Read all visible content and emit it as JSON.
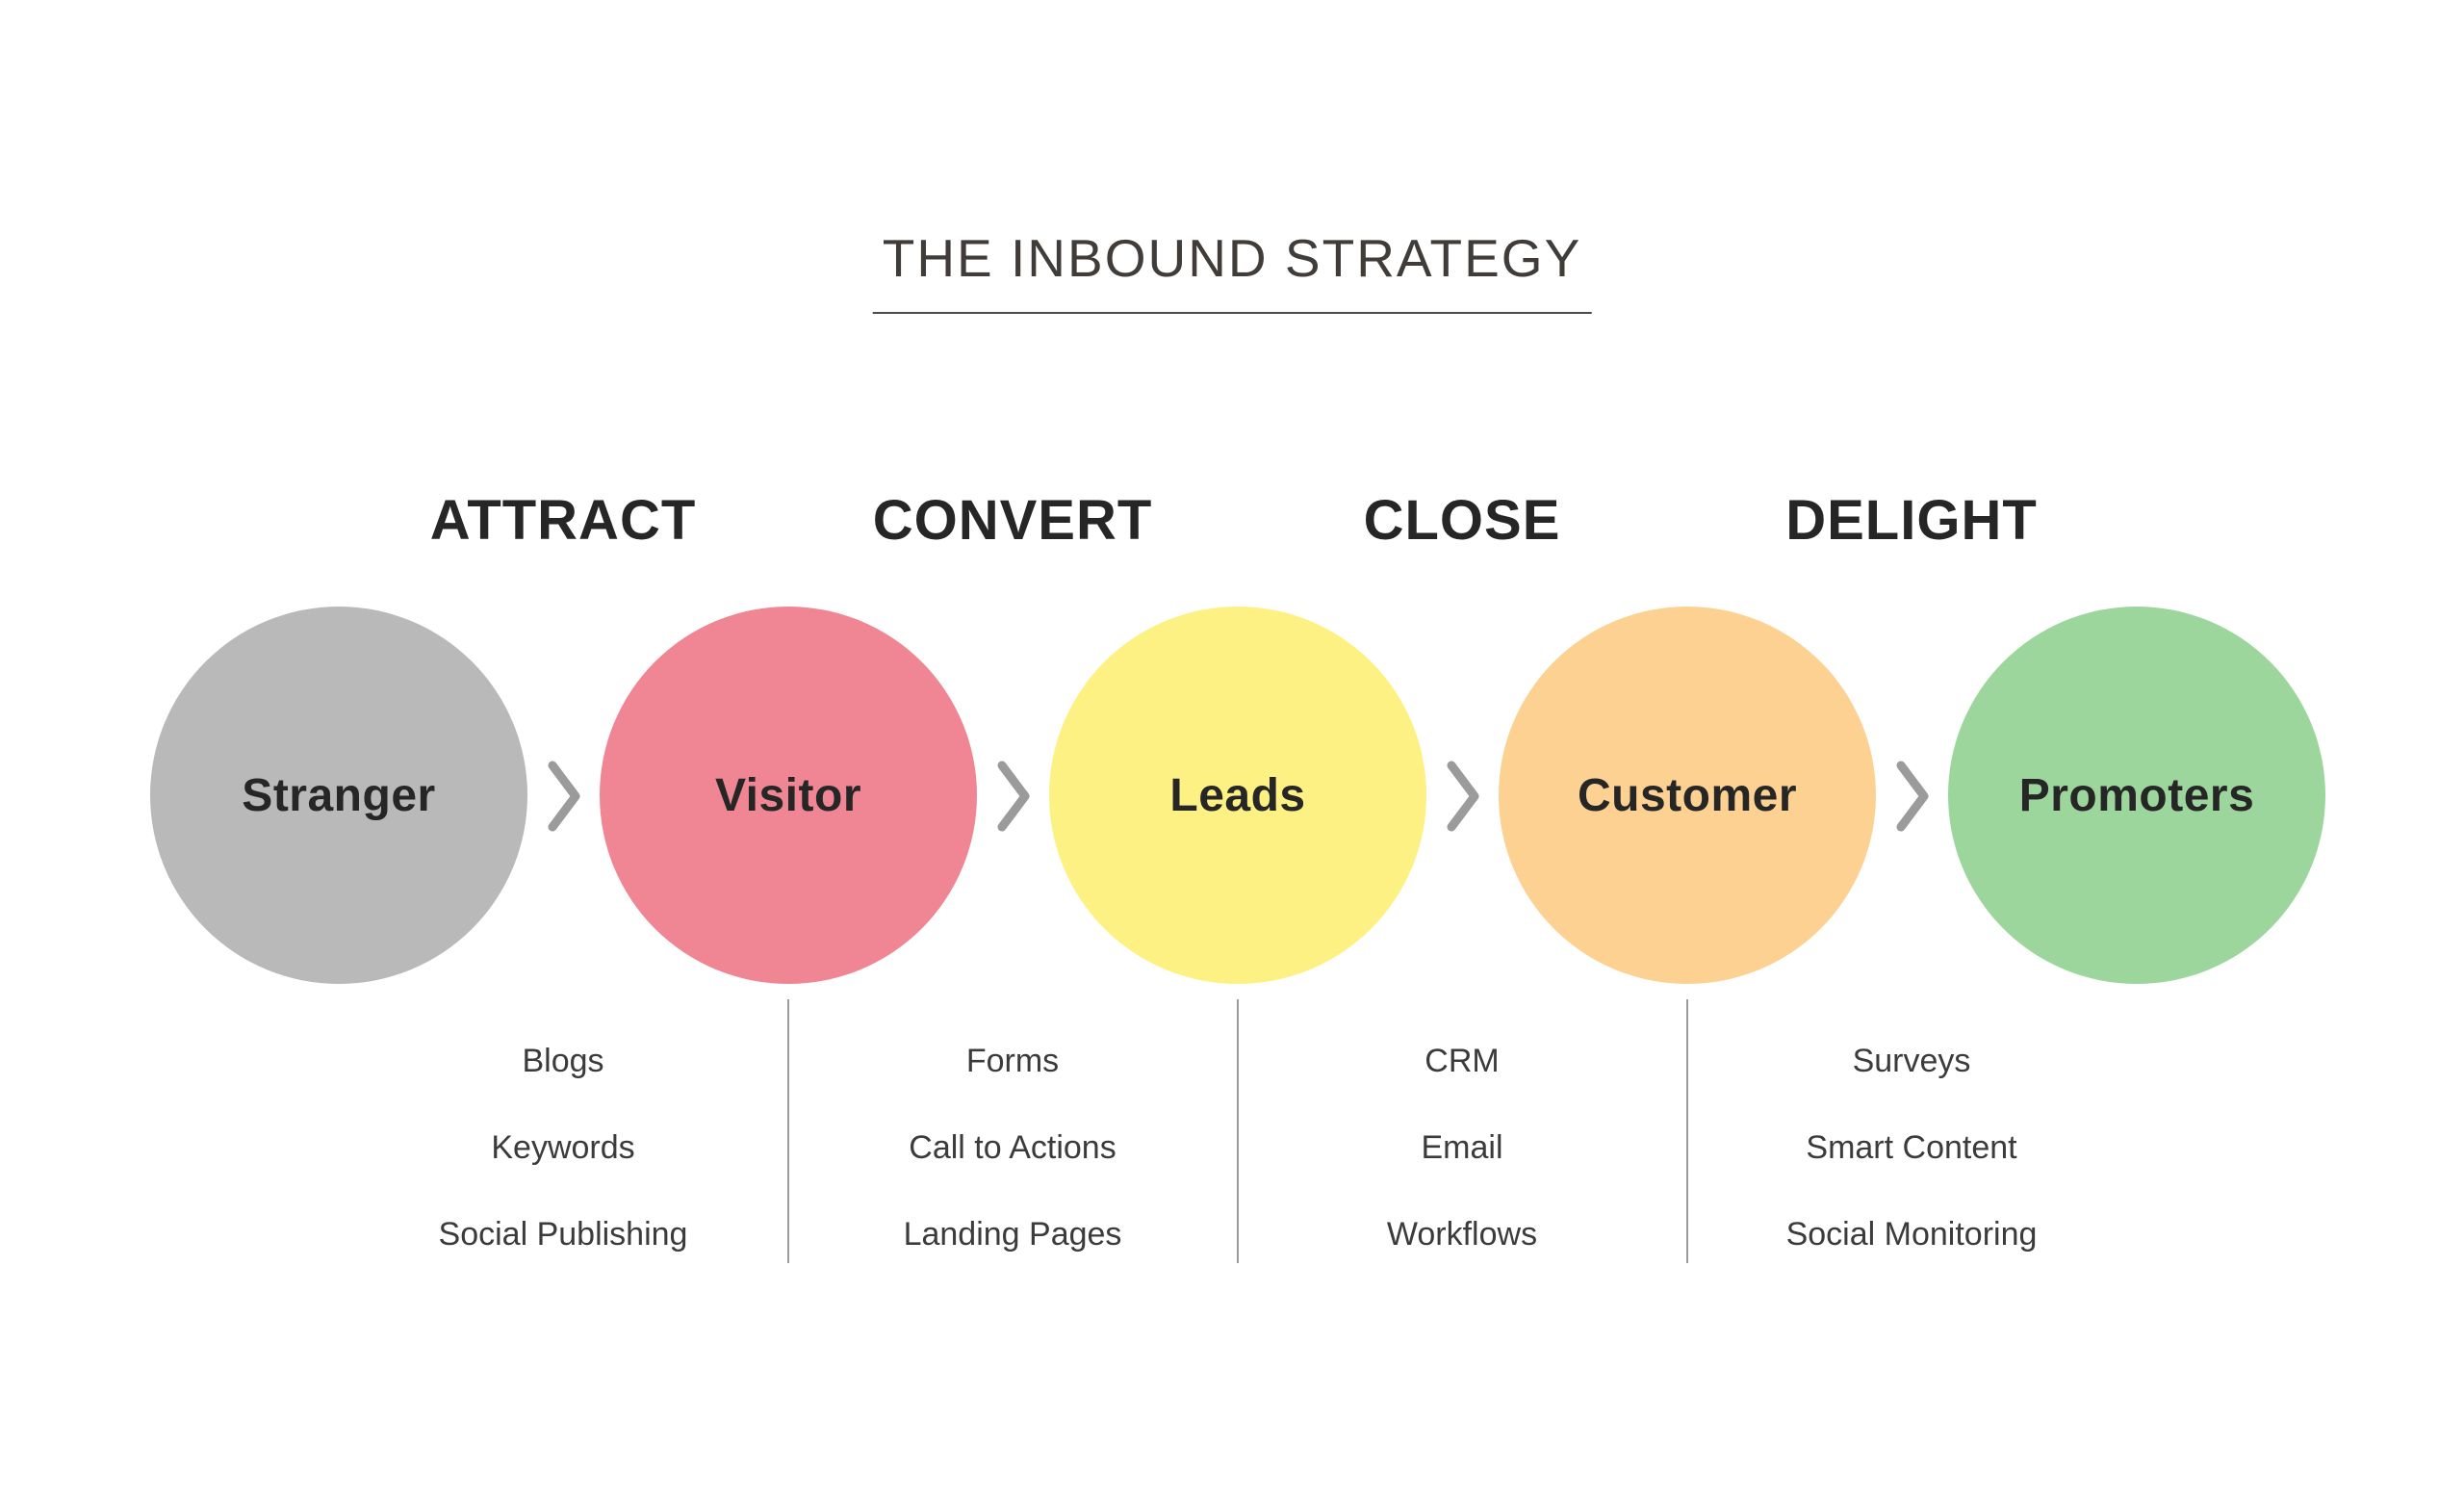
{
  "title": {
    "text": "THE INBOUND STRATEGY"
  },
  "stages": [
    {
      "label": "ATTRACT",
      "tools": [
        "Blogs",
        "Keywords",
        "Social Publishing"
      ]
    },
    {
      "label": "CONVERT",
      "tools": [
        "Forms",
        "Call to Actions",
        "Landing Pages"
      ]
    },
    {
      "label": "CLOSE",
      "tools": [
        "CRM",
        "Email",
        "Workflows"
      ]
    },
    {
      "label": "DELIGHT",
      "tools": [
        "Surveys",
        "Smart Content",
        "Social Monitoring"
      ]
    }
  ],
  "funnel": [
    {
      "label": "Stranger",
      "color": "#b9b9b9"
    },
    {
      "label": "Visitor",
      "color": "#f08693"
    },
    {
      "label": "Leads",
      "color": "#fdf184"
    },
    {
      "label": "Customer",
      "color": "#fdd192"
    },
    {
      "label": "Promoters",
      "color": "#9cd69d"
    }
  ],
  "colors": {
    "chevron": "#9b9b9b",
    "divider": "#9b9b9b",
    "title_text": "#403c39",
    "heading_text": "#262626",
    "list_text": "#3b3b3b",
    "background": "#ffffff"
  },
  "icons": {
    "chevron": "chevron-right-icon"
  }
}
